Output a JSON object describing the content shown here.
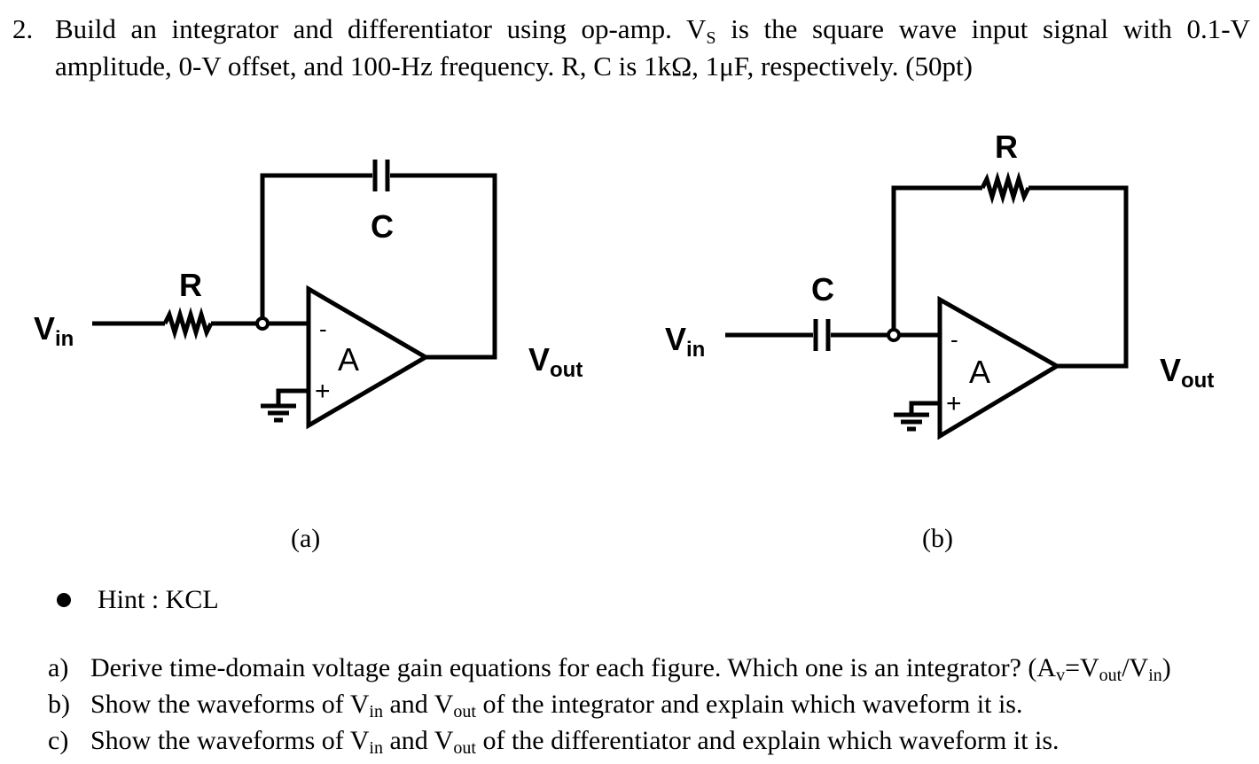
{
  "problem": {
    "number": "2.",
    "text_part1": "Build an integrator and differentiator using op-amp. V",
    "vs_sub": "S",
    "text_part2": " is the square wave input signal with 0.1-V amplitude, 0-V offset, and 100-Hz frequency. R, C is 1kΩ, 1μF, respectively. (50pt)"
  },
  "circuit_a": {
    "vin": "V",
    "vin_sub": "in",
    "r": "R",
    "c": "C",
    "amp": "A",
    "minus": "-",
    "plus": "+",
    "vout": "V",
    "vout_sub": "out",
    "caption": "(a)"
  },
  "circuit_b": {
    "vin": "V",
    "vin_sub": "in",
    "r": "R",
    "c": "C",
    "amp": "A",
    "minus": "-",
    "plus": "+",
    "vout": "V",
    "vout_sub": "out",
    "caption": "(b)"
  },
  "hint": "Hint : KCL",
  "questions": [
    {
      "label": "a)",
      "t1": "Derive time-domain voltage gain equations for each figure. Which one is an integrator? (A",
      "s1": "v",
      "t2": "=V",
      "s2": "out",
      "t3": "/V",
      "s3": "in",
      "t4": ")"
    },
    {
      "label": "b)",
      "t1": "Show the waveforms of V",
      "s1": "in",
      "t2": " and V",
      "s2": "out",
      "t3": " of the integrator and explain which waveform it is."
    },
    {
      "label": "c)",
      "t1": "Show the waveforms of V",
      "s1": "in",
      "t2": " and V",
      "s2": "out",
      "t3": " of the differentiator and explain which waveform it is."
    }
  ]
}
